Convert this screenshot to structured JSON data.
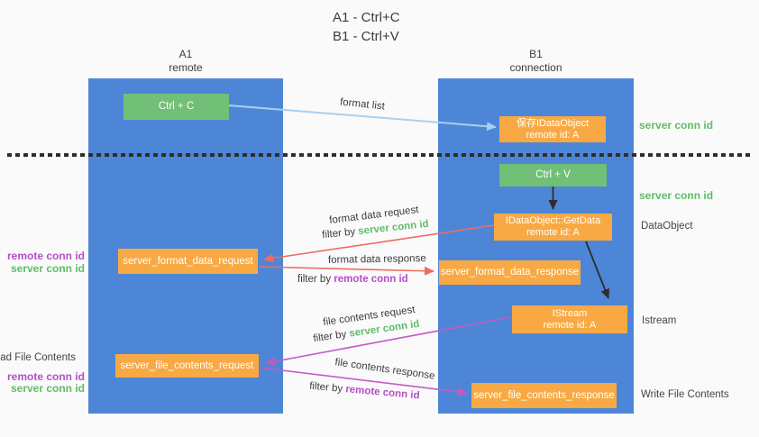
{
  "title": {
    "line1": "A1 - Ctrl+C",
    "line2": "B1 - Ctrl+V"
  },
  "lanes": {
    "a1": {
      "title": "A1",
      "subtitle": "remote"
    },
    "b1": {
      "title": "B1",
      "subtitle": "connection"
    }
  },
  "nodes": {
    "ctrl_c": {
      "label": "Ctrl + C"
    },
    "ctrl_v": {
      "label": "Ctrl + V"
    },
    "save_dataobject": {
      "line1": "保存IDataObject",
      "line2": "remote id: A"
    },
    "getdata": {
      "line1": "IDataObject::GetData",
      "line2": "remote id: A"
    },
    "istream": {
      "line1": "IStream",
      "line2": "remote id: A"
    },
    "server_format_data_request": {
      "label": "server_format_data_request"
    },
    "server_format_data_response": {
      "label": "server_format_data_response"
    },
    "server_file_contents_request": {
      "label": "server_file_contents_request"
    },
    "server_file_contents_response": {
      "label": "server_file_contents_response"
    }
  },
  "edge_labels": {
    "format_list": "format list",
    "format_data_request": "format data request",
    "format_data_response": "format data response",
    "file_contents_request": "file contents request",
    "file_contents_response": "file contents response",
    "filter_by": "filter by ",
    "server_conn_id": "server conn id",
    "remote_conn_id": "remote conn id"
  },
  "side_labels": {
    "server_conn_id_top": "server conn id",
    "server_conn_id_mid": "server conn id",
    "dataobject": "DataObject",
    "istream": "Istream",
    "write_file_contents": "Write File Contents",
    "read_file_contents": "Read File Contents",
    "remote_conn_id": "remote conn id",
    "server_conn_id": "server conn id"
  },
  "colors": {
    "column_blue": "#4d86d6",
    "box_green": "#72bf77",
    "box_orange": "#f8a943",
    "green_id": "#61bb69",
    "purple_id": "#b44fc8",
    "arrow_salmon": "#ed6c60",
    "arrow_magenta": "#c45ac4",
    "arrow_lightblue": "#a9cfef",
    "arrow_black": "#2d2d2d"
  }
}
